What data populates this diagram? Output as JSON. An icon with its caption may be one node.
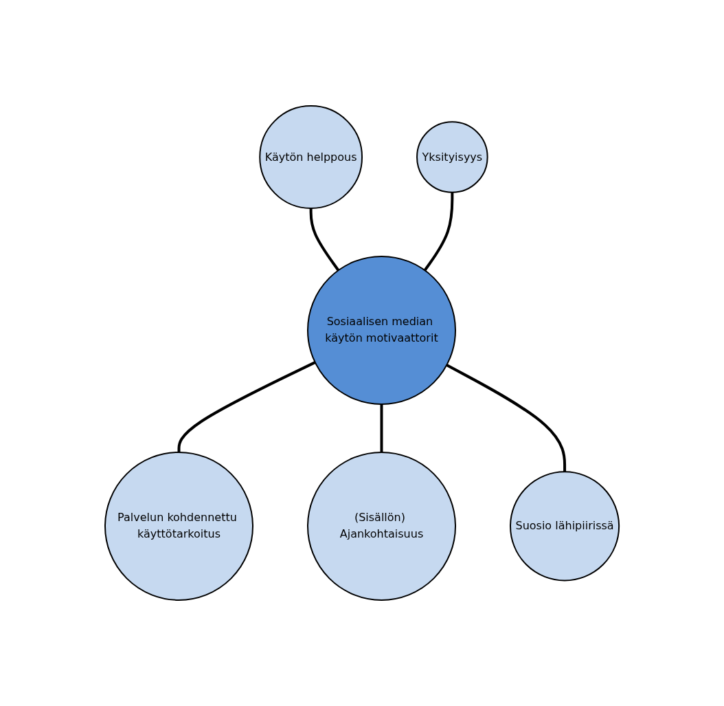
{
  "diagram": {
    "nodes": [
      {
        "text": [
          "Sosiaalisen median käytön motivaattorit"
        ]
      },
      {
        "text": [
          "Käytön helppous"
        ]
      },
      {
        "text": [
          "Palvelun kohdennettu käyttötarkoitus"
        ]
      },
      {
        "text": [
          "(Sisällön) Ajankohtaisuus"
        ]
      },
      {
        "text": [
          "Suosio lähipiirissä"
        ]
      },
      {
        "text": [
          "Yksityisyys"
        ]
      }
    ],
    "edges": [
      {
        "from": 1,
        "to": 0,
        "arrow": "none"
      },
      {
        "from": 5,
        "to": 0,
        "arrow": "none"
      },
      {
        "from": 0,
        "to": 2,
        "arrow": "none"
      },
      {
        "from": 0,
        "to": 3,
        "arrow": "none"
      },
      {
        "from": 0,
        "to": 4,
        "arrow": "none"
      }
    ]
  }
}
